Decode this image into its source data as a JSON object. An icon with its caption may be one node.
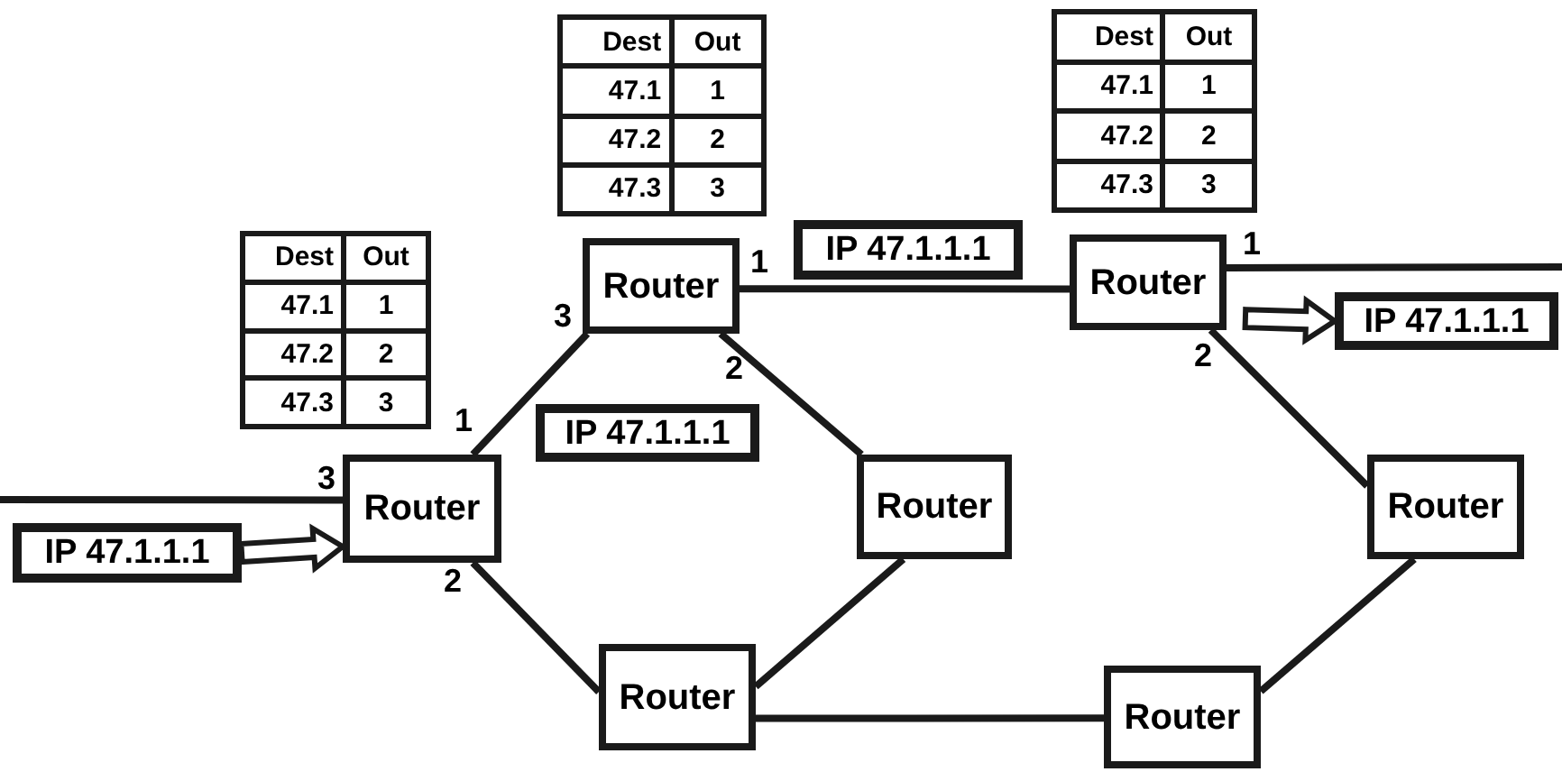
{
  "diagram": {
    "nodes": [
      {
        "text": [
          "Dest",
          "Out",
          "47.1",
          "1",
          "47.2",
          "2",
          "47.3",
          "3"
        ]
      },
      {
        "text": [
          "Dest",
          "Out",
          "47.1",
          "1",
          "47.2",
          "2",
          "47.3",
          "3"
        ]
      },
      {
        "text": [
          "Dest",
          "Out",
          "47.1",
          "1",
          "47.2",
          "2",
          "47.3",
          "3"
        ]
      },
      {
        "text": [
          "Router"
        ]
      },
      {
        "text": [
          "IP 47.1.1.1"
        ]
      },
      {
        "text": [
          "Router"
        ]
      },
      {
        "text": [
          "IP 47.1.1.1"
        ]
      },
      {
        "text": [
          "IP 47.1.1.1"
        ]
      },
      {
        "text": [
          "Router"
        ]
      },
      {
        "text": [
          "Router"
        ]
      },
      {
        "text": [
          "Router"
        ]
      },
      {
        "text": [
          "IP 47.1.1.1"
        ]
      },
      {
        "text": [
          "Router"
        ]
      },
      {
        "text": [
          "Router"
        ]
      }
    ],
    "edges": [
      {
        "from": 8,
        "to": 3,
        "arrow": "none"
      },
      {
        "from": 8,
        "to": 12,
        "arrow": "none"
      },
      {
        "from": 3,
        "to": 9,
        "arrow": "none"
      },
      {
        "from": 3,
        "to": 5,
        "arrow": "none"
      },
      {
        "from": 9,
        "to": 12,
        "arrow": "none"
      },
      {
        "from": 12,
        "to": 13,
        "arrow": "none"
      },
      {
        "from": 13,
        "to": 10,
        "arrow": "none"
      },
      {
        "from": 5,
        "to": 10,
        "arrow": "none"
      },
      {
        "from": null,
        "to": 8,
        "arrow": "none"
      },
      {
        "from": 5,
        "to": null,
        "arrow": "none"
      },
      {
        "from": 11,
        "to": 8,
        "arrow": "to"
      },
      {
        "from": 5,
        "to": 6,
        "arrow": "to"
      }
    ],
    "labels": [
      "1",
      "1",
      "3",
      "2",
      "2",
      "1",
      "3",
      "2"
    ]
  }
}
